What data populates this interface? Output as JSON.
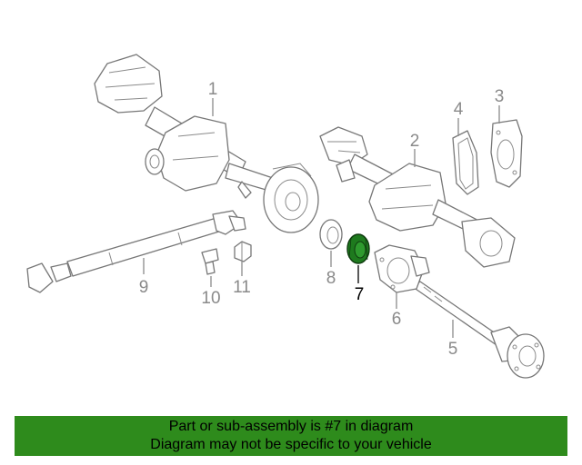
{
  "diagram": {
    "callouts": {
      "c1": "1",
      "c2": "2",
      "c3": "3",
      "c4": "4",
      "c5": "5",
      "c6": "6",
      "c7": "7",
      "c8": "8",
      "c9": "9",
      "c10": "10",
      "c11": "11"
    },
    "highlighted_part": "7",
    "colors": {
      "highlight_part": "#1e7a1e",
      "banner": "#2e8b1c",
      "callout_gray": "#8a8a8a"
    }
  },
  "banner": {
    "line1": "Part or sub-assembly is #7 in diagram",
    "line2": "Diagram may not be specific to your vehicle"
  }
}
